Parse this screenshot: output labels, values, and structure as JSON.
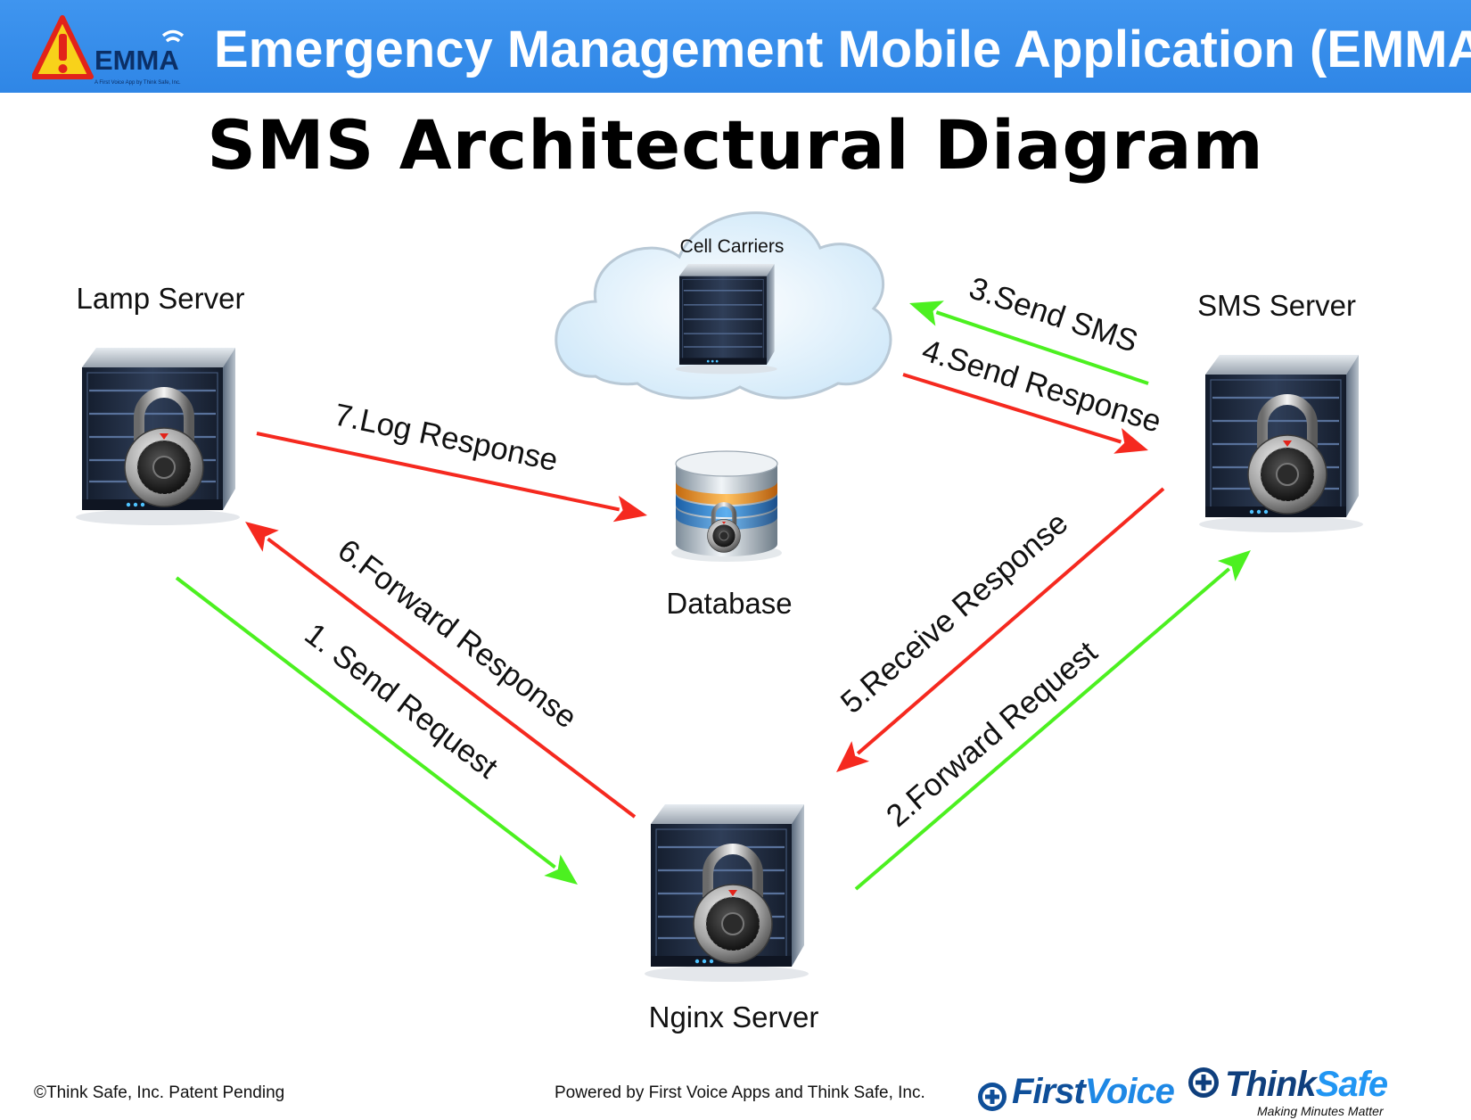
{
  "header": {
    "logo_text": "EMMA",
    "logo_subtext": "A First Voice App by Think Safe, Inc.",
    "title": "Emergency Management Mobile Application (EMMA)",
    "background_color": "#3a8fec"
  },
  "page_title": "SMS Architectural Diagram",
  "nodes": {
    "lamp_server": {
      "label": "Lamp Server",
      "icon": "locked-server-icon"
    },
    "sms_server": {
      "label": "SMS Server",
      "icon": "locked-server-icon"
    },
    "nginx_server": {
      "label": "Nginx Server",
      "icon": "locked-server-icon"
    },
    "cell_carriers": {
      "label": "Cell Carriers",
      "icon": "cloud-server-icon"
    },
    "database": {
      "label": "Database",
      "icon": "locked-database-icon"
    }
  },
  "edges": [
    {
      "id": "e1",
      "label": "1. Send Request",
      "from": "lamp_server",
      "to": "nginx_server",
      "color": "#4cf020"
    },
    {
      "id": "e2",
      "label": "2.Forward Request",
      "from": "nginx_server",
      "to": "sms_server",
      "color": "#4cf020"
    },
    {
      "id": "e3",
      "label": "3.Send SMS",
      "from": "sms_server",
      "to": "cell_carriers",
      "color": "#4cf020"
    },
    {
      "id": "e4",
      "label": "4.Send Response",
      "from": "cell_carriers",
      "to": "sms_server",
      "color": "#f5291f"
    },
    {
      "id": "e5",
      "label": "5.Receive Response",
      "from": "sms_server",
      "to": "nginx_server",
      "color": "#f5291f"
    },
    {
      "id": "e6",
      "label": "6.Forward Response",
      "from": "nginx_server",
      "to": "lamp_server",
      "color": "#f5291f"
    },
    {
      "id": "e7",
      "label": "7.Log Response",
      "from": "lamp_server",
      "to": "database",
      "color": "#f5291f"
    }
  ],
  "footer": {
    "copyright": "©Think Safe, Inc. Patent Pending",
    "powered_by": "Powered by First Voice Apps and Think Safe, Inc.",
    "logo_firstvoice": {
      "part1": "First",
      "part2": "Voice"
    },
    "logo_thinksafe": {
      "part1": "Think",
      "part2": "Safe",
      "tagline": "Making Minutes Matter"
    }
  }
}
